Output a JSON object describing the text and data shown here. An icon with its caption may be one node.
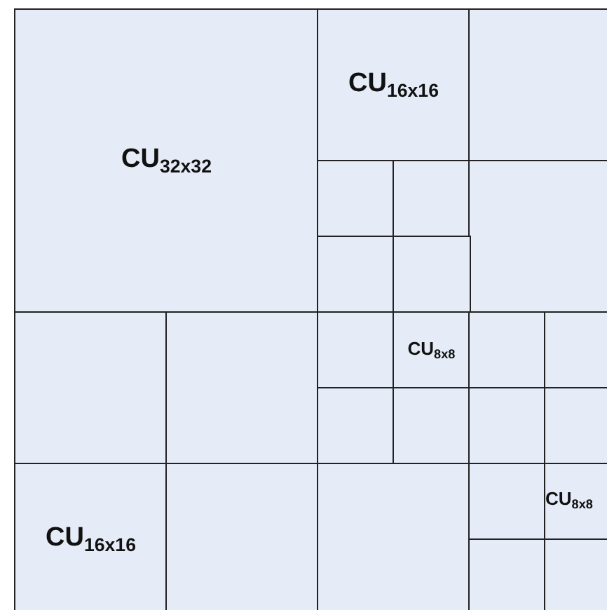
{
  "diagram": {
    "nodes": [
      {
        "text": [
          "CU$_{32x32}$"
        ]
      },
      {
        "text": [
          "CU$_{16x16}$"
        ]
      },
      {
        "text": [],
        "shape": "box"
      },
      {
        "text": [],
        "shape": "box"
      },
      {
        "text": [],
        "shape": "box"
      },
      {
        "text": [],
        "shape": "box"
      },
      {
        "text": [],
        "shape": "box"
      },
      {
        "text": [],
        "shape": "box"
      },
      {
        "text": [],
        "shape": "box"
      },
      {
        "text": [],
        "shape": "box"
      },
      {
        "text": [],
        "shape": "box"
      },
      {
        "text": [
          "CU$_{8x8}$"
        ]
      },
      {
        "text": [],
        "shape": "box"
      },
      {
        "text": [],
        "shape": "box"
      },
      {
        "text": [],
        "shape": "box"
      },
      {
        "text": [],
        "shape": "box"
      },
      {
        "text": [],
        "shape": "box"
      },
      {
        "text": [],
        "shape": "box"
      },
      {
        "text": [
          "CU$_{16x16}$"
        ]
      },
      {
        "text": [],
        "shape": "box"
      },
      {
        "text": [],
        "shape": "box"
      },
      {
        "text": [],
        "shape": "box"
      },
      {
        "text": [
          "CU$_{8x8}$"
        ]
      },
      {
        "text": [],
        "shape": "box"
      },
      {
        "text": [],
        "shape": "box"
      }
    ]
  }
}
